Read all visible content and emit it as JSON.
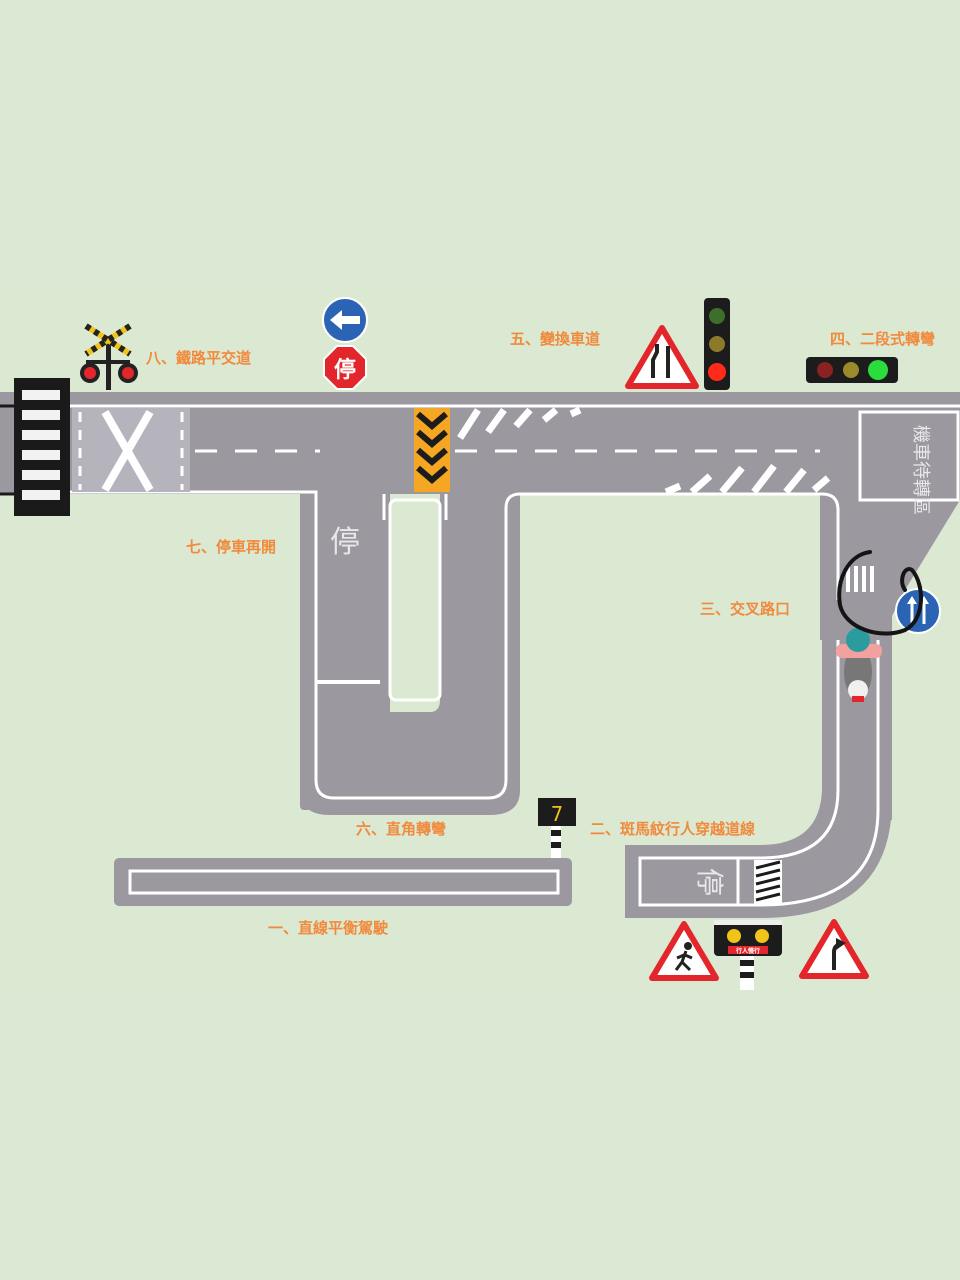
{
  "colors": {
    "background": "#dde8d4",
    "panel": "#dce9d2",
    "road": "#9b98a0",
    "road_line": "#ffffff",
    "label": "#f08a3c",
    "sign_red": "#e3262b",
    "sign_blue": "#2b64b4"
  },
  "stations": {
    "s1": "一、直線平衡駕駛",
    "s2": "二、斑馬紋行人穿越道線",
    "s3": "三、交叉路口",
    "s4": "四、二段式轉彎",
    "s5": "五、變換車道",
    "s6": "六、直角轉彎",
    "s7": "七、停車再開",
    "s8": "八、鐵路平交道"
  },
  "road_text": {
    "stop_upper": "停",
    "stop_lower": "停",
    "waiting_zone": "機車待轉區"
  },
  "signs": {
    "stop_sign": "停",
    "pedestrian_panel": "行人慢行",
    "speed_sign": "7"
  },
  "icons": [
    "railroad-crossing-signal-icon",
    "left-arrow-sign-icon",
    "stop-sign-icon",
    "narrow-road-warning-icon",
    "vertical-traffic-light-icon",
    "horizontal-traffic-light-icon",
    "straight-or-right-sign-icon",
    "motorcycle-rider-icon",
    "pedestrian-warning-icon",
    "right-curve-warning-icon",
    "flashing-warning-light-icon",
    "hand-drawn-circle-icon"
  ]
}
